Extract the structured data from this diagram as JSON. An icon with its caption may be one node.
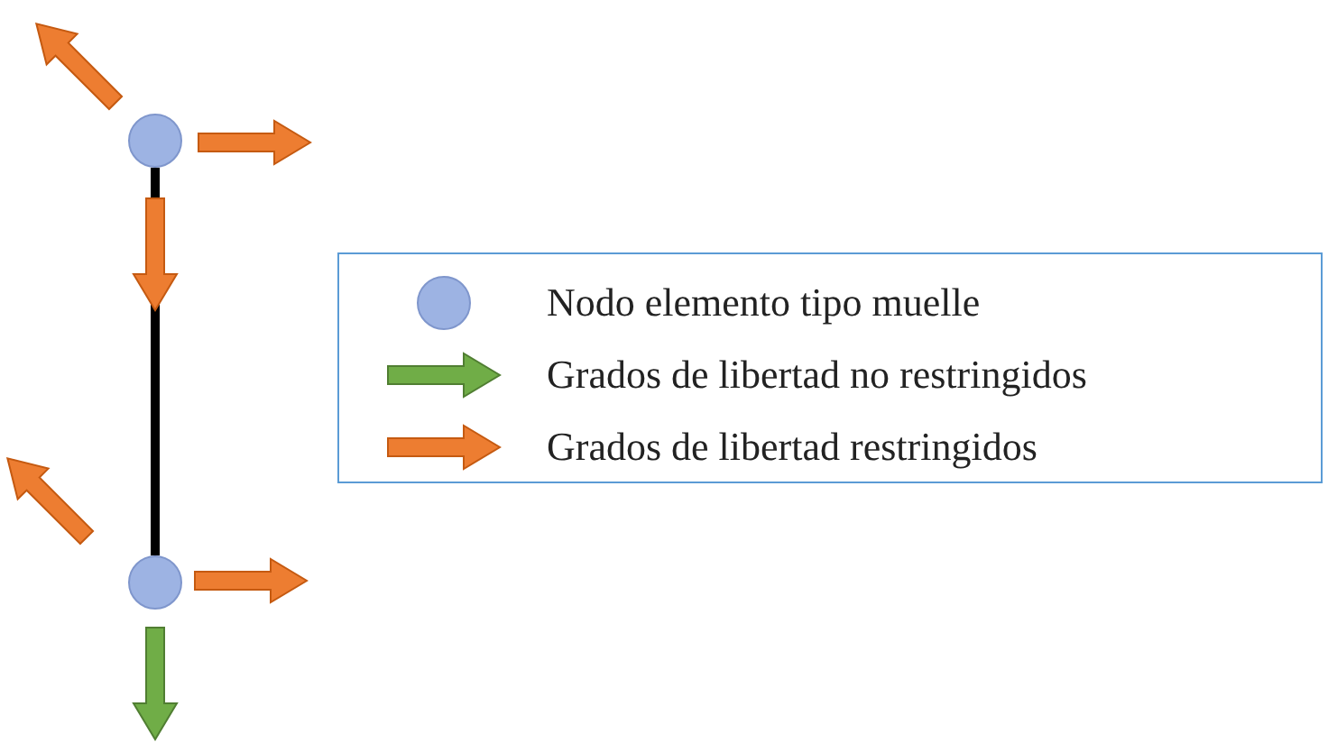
{
  "diagram": {
    "nodes": [
      {
        "text": [],
        "shape": "circle"
      },
      {
        "text": [],
        "shape": "circle"
      }
    ],
    "edges": [
      {
        "from": 0,
        "to": 1,
        "arrow": "none"
      }
    ],
    "legend": [
      {
        "text": "Nodo elemento tipo muelle",
        "color": "#9db3e3"
      },
      {
        "text": "Grados de libertad no restringidos",
        "color": "#70ad47"
      },
      {
        "text": "Grados de libertad restringidos",
        "color": "#ed7d31"
      }
    ]
  }
}
